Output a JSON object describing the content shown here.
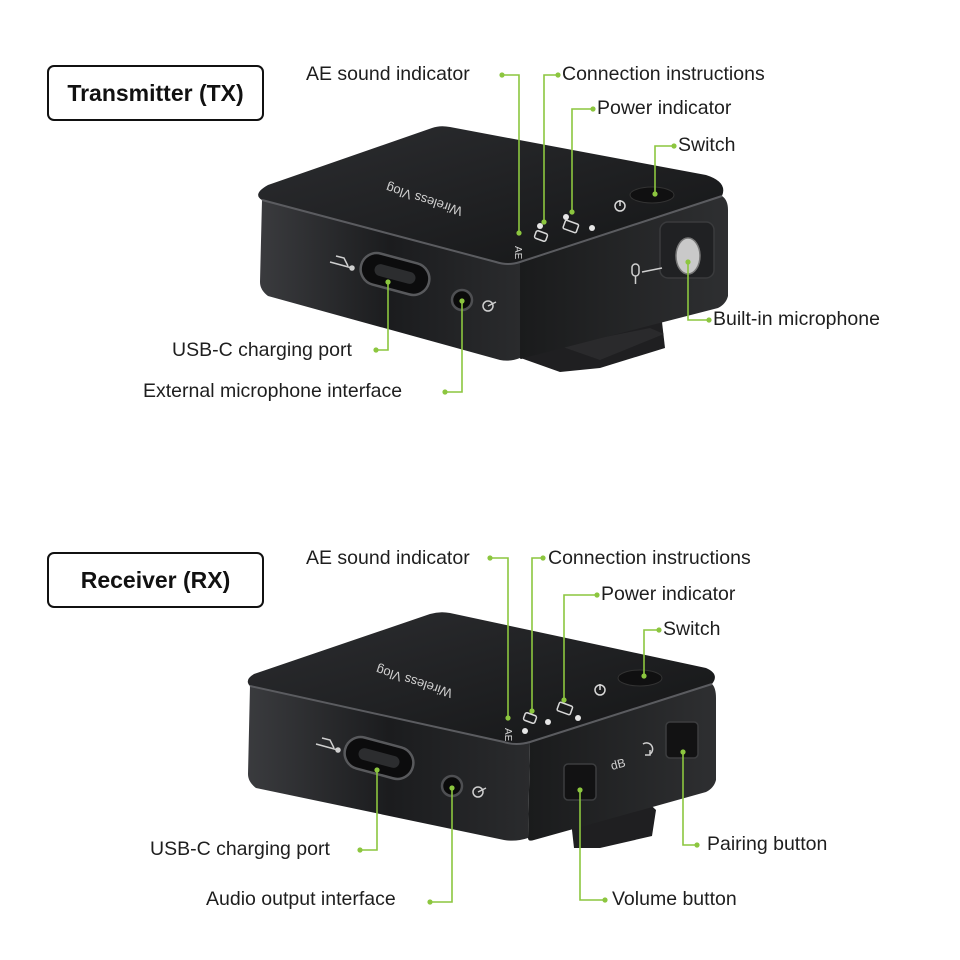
{
  "transmitter": {
    "title": "Transmitter (TX)",
    "labels": {
      "ae_sound_indicator": "AE sound indicator",
      "connection_instructions": "Connection instructions",
      "power_indicator": "Power indicator",
      "switch": "Switch",
      "builtin_microphone": "Built-in microphone",
      "usbc_charging_port": "USB-C charging port",
      "external_microphone_interface": "External microphone interface"
    },
    "device_logo_text": "Wireless Vlog"
  },
  "receiver": {
    "title": "Receiver (RX)",
    "labels": {
      "ae_sound_indicator": "AE sound indicator",
      "connection_instructions": "Connection instructions",
      "power_indicator": "Power indicator",
      "switch": "Switch",
      "usbc_charging_port": "USB-C charging port",
      "audio_output_interface": "Audio output interface",
      "pairing_button": "Pairing button",
      "volume_button": "Volume button"
    },
    "device_logo_text": "Wireless Vlog",
    "side_markings": {
      "db": "dB"
    }
  },
  "colors": {
    "callout_green": "#8cc63f",
    "device_body": "#1e1e20",
    "background": "#ffffff"
  }
}
